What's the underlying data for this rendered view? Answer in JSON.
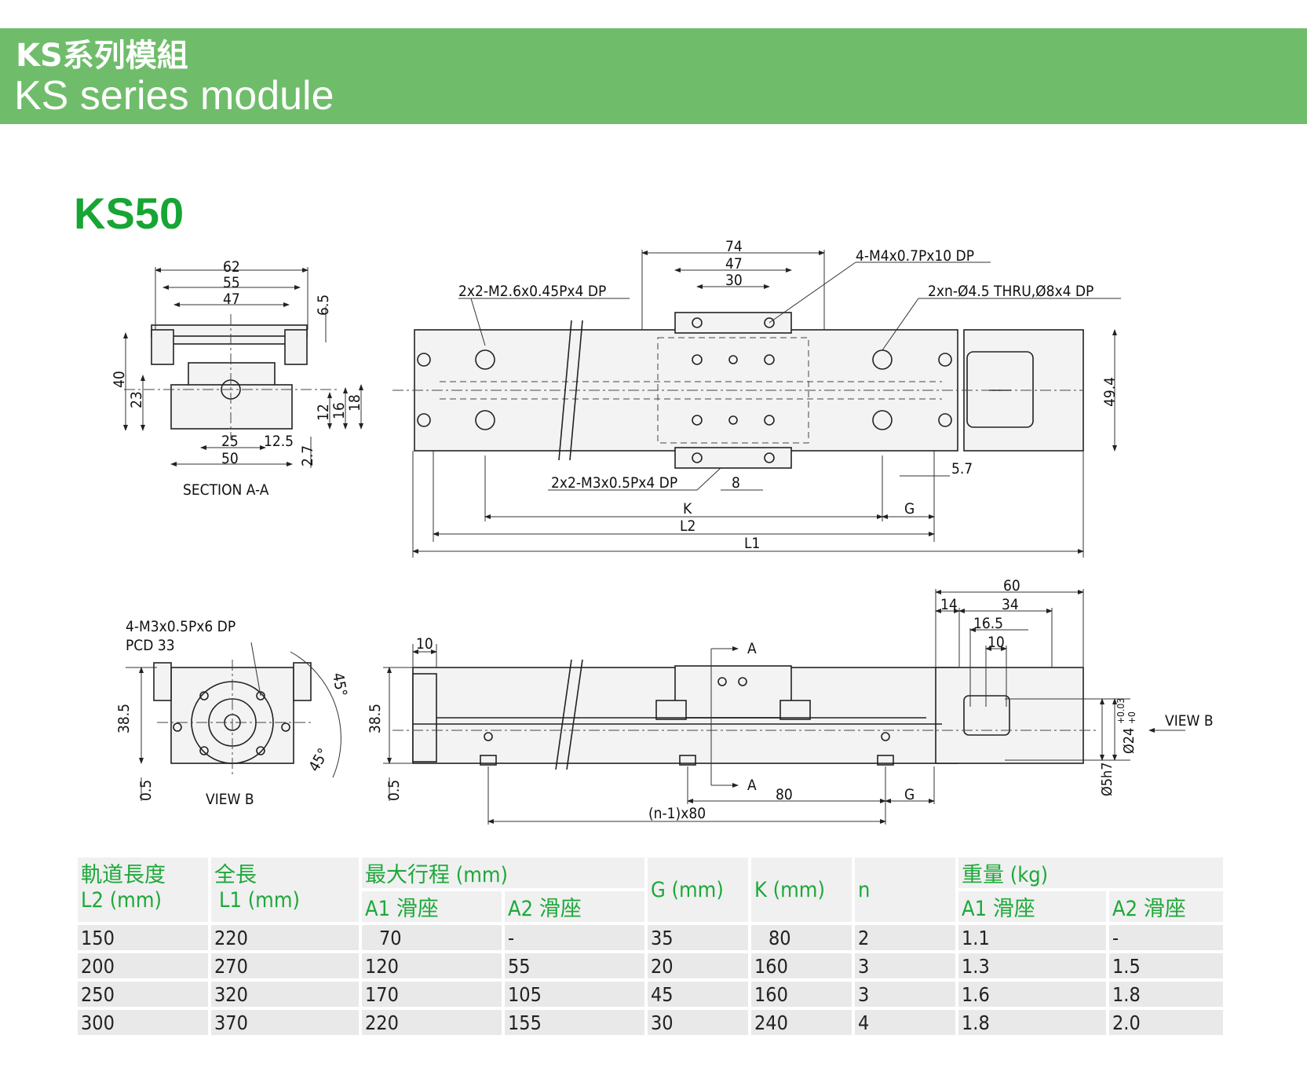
{
  "header": {
    "title_zh": "KS系列模組",
    "title_en": "KS series module",
    "banner_color": "#6fbd6a"
  },
  "model": {
    "name": "KS50",
    "color": "#17a534"
  },
  "drawing": {
    "section": {
      "caption": "SECTION A-A",
      "dims": [
        "62",
        "55",
        "47",
        "6.5",
        "40",
        "23",
        "12",
        "16",
        "18",
        "25",
        "12.5",
        "50",
        "2.7"
      ]
    },
    "top_view": {
      "dims_top": [
        "74",
        "47",
        "30"
      ],
      "callouts": [
        "4-M4x0.7Px10 DP",
        "2x2-M2.6x0.45Px4 DP",
        "2xn-Ø4.5 THRU,Ø8x4 DP",
        "2x2-M3x0.5Px4 DP"
      ],
      "dims_bottom": [
        "8",
        "5.7",
        "K",
        "G",
        "L2",
        "L1"
      ],
      "dim_right": "49.4"
    },
    "view_b": {
      "callouts": [
        "4-M3x0.5Px6 DP",
        "PCD 33"
      ],
      "dims": [
        "38.5",
        "0.5",
        "45°",
        "45°"
      ],
      "caption": "VIEW B"
    },
    "side_view": {
      "dims": [
        "10",
        "38.5",
        "0.5",
        "A",
        "A",
        "80",
        "G",
        "(n-1)x80"
      ],
      "motor_dims": [
        "60",
        "14",
        "34",
        "16.5",
        "10"
      ],
      "shaft_dims": [
        "Ø24",
        "+0.03",
        "+0",
        "Ø5h7"
      ],
      "view_label": "VIEW B"
    }
  },
  "table": {
    "headers": {
      "rail_zh": "軌道長度",
      "rail_en": "L2 (mm)",
      "full_zh": "全長",
      "full_en": "L1 (mm)",
      "stroke": "最大行程 (mm)",
      "a1": "A1 滑座",
      "a2": "A2 滑座",
      "g": "G (mm)",
      "k": "K (mm)",
      "n": "n",
      "weight": "重量 (kg)",
      "wa1": "A1 滑座",
      "wa2": "A2 滑座"
    },
    "rows": [
      [
        "150",
        "220",
        "70",
        "-",
        "35",
        "80",
        "2",
        "1.1",
        "-"
      ],
      [
        "200",
        "270",
        "120",
        "55",
        "20",
        "160",
        "3",
        "1.3",
        "1.5"
      ],
      [
        "250",
        "320",
        "170",
        "105",
        "45",
        "160",
        "3",
        "1.6",
        "1.8"
      ],
      [
        "300",
        "370",
        "220",
        "155",
        "30",
        "240",
        "4",
        "1.8",
        "2.0"
      ]
    ]
  }
}
